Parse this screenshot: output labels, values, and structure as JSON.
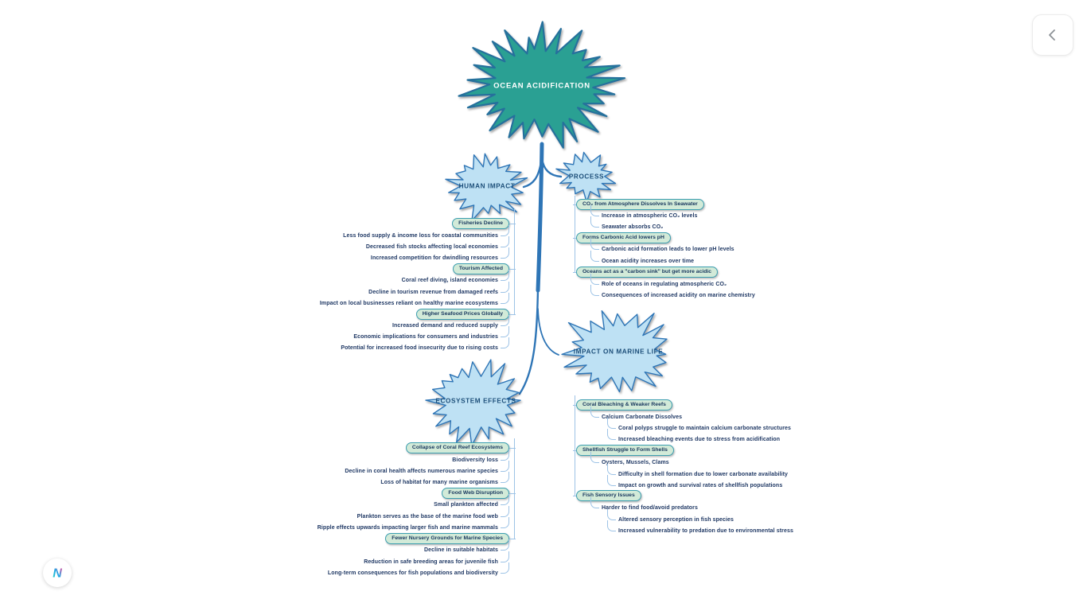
{
  "root": {
    "label": "OCEAN ACIDIFICATION"
  },
  "branches": [
    {
      "label": "HUMAN IMPACT",
      "topics": [
        {
          "label": "Fisheries Decline",
          "details": [
            "Less food supply & income loss for coastal communities",
            "Decreased fish stocks affecting local economies",
            "Increased competition for dwindling resources"
          ]
        },
        {
          "label": "Tourism Affected",
          "details": [
            "Coral reef diving, island economies",
            "Decline in tourism revenue from damaged reefs",
            "Impact on local businesses reliant on healthy marine ecosystems"
          ]
        },
        {
          "label": "Higher Seafood Prices Globally",
          "details": [
            "Increased demand and reduced supply",
            "Economic implications for consumers and industries",
            "Potential for increased food insecurity due to rising costs"
          ]
        }
      ]
    },
    {
      "label": "PROCESS",
      "topics": [
        {
          "label": "CO₂ from Atmosphere Dissolves In Seawater",
          "details": [
            "Increase in atmospheric CO₂ levels",
            "Seawater absorbs CO₂"
          ]
        },
        {
          "label": "Forms Carbonic Acid lowers pH",
          "details": [
            "Carbonic acid formation leads to lower pH levels",
            "Ocean acidity increases over time"
          ]
        },
        {
          "label": "Oceans act as a \"carbon sink\" but get more acidic",
          "details": [
            "Role of oceans in regulating atmospheric CO₂",
            "Consequences of increased acidity on marine chemistry"
          ]
        }
      ]
    },
    {
      "label": "ECOSYSTEM EFFECTS",
      "topics": [
        {
          "label": "Collapse of Coral Reef Ecosystems",
          "details": [
            "Biodiversity loss",
            "Decline in coral health affects numerous marine species",
            "Loss of habitat for many marine organisms"
          ]
        },
        {
          "label": "Food Web Disruption",
          "details": [
            "Small plankton affected",
            "Plankton serves as the base of the marine food web",
            "Ripple effects upwards impacting larger fish and marine mammals"
          ]
        },
        {
          "label": "Fewer Nursery Grounds for Marine Species",
          "details": [
            "Decline in suitable habitats",
            "Reduction in safe breeding areas for juvenile fish",
            "Long-term consequences for fish populations and biodiversity"
          ]
        }
      ]
    },
    {
      "label": "IMPACT ON MARINE LIFE",
      "topics": [
        {
          "label": "Coral Bleaching & Weaker Reefs",
          "sub": "Calcium Carbonate Dissolves",
          "details": [
            "Coral polyps struggle to maintain calcium carbonate structures",
            "Increased bleaching events due to stress from acidification"
          ]
        },
        {
          "label": "Shellfish Struggle to Form Shells",
          "sub": "Oysters, Mussels, Clams",
          "details": [
            "Difficulty in shell formation due to lower carbonate availability",
            "Impact on growth and survival rates of shellfish populations"
          ]
        },
        {
          "label": "Fish Sensory Issues",
          "sub": "Harder to find food/avoid predators",
          "details": [
            "Altered sensory perception in fish species",
            "Increased vulnerability to predation due to environmental stress"
          ]
        }
      ]
    }
  ],
  "logo": {
    "letter": "N"
  },
  "icons": {
    "back": "chevron-left-icon",
    "logo": "napkin-logo-icon"
  },
  "colors": {
    "root_fill": "#2BA093",
    "root_stroke": "#256F9C",
    "branch_fill": "#BEE1F4",
    "branch_stroke": "#2E75B6",
    "pill_fill": "#D2EAD8",
    "pill_stroke": "#3C9FB0",
    "text_navy": "#1F3864",
    "connector": "#9DC3E6",
    "trunk": "#2E75B6"
  }
}
